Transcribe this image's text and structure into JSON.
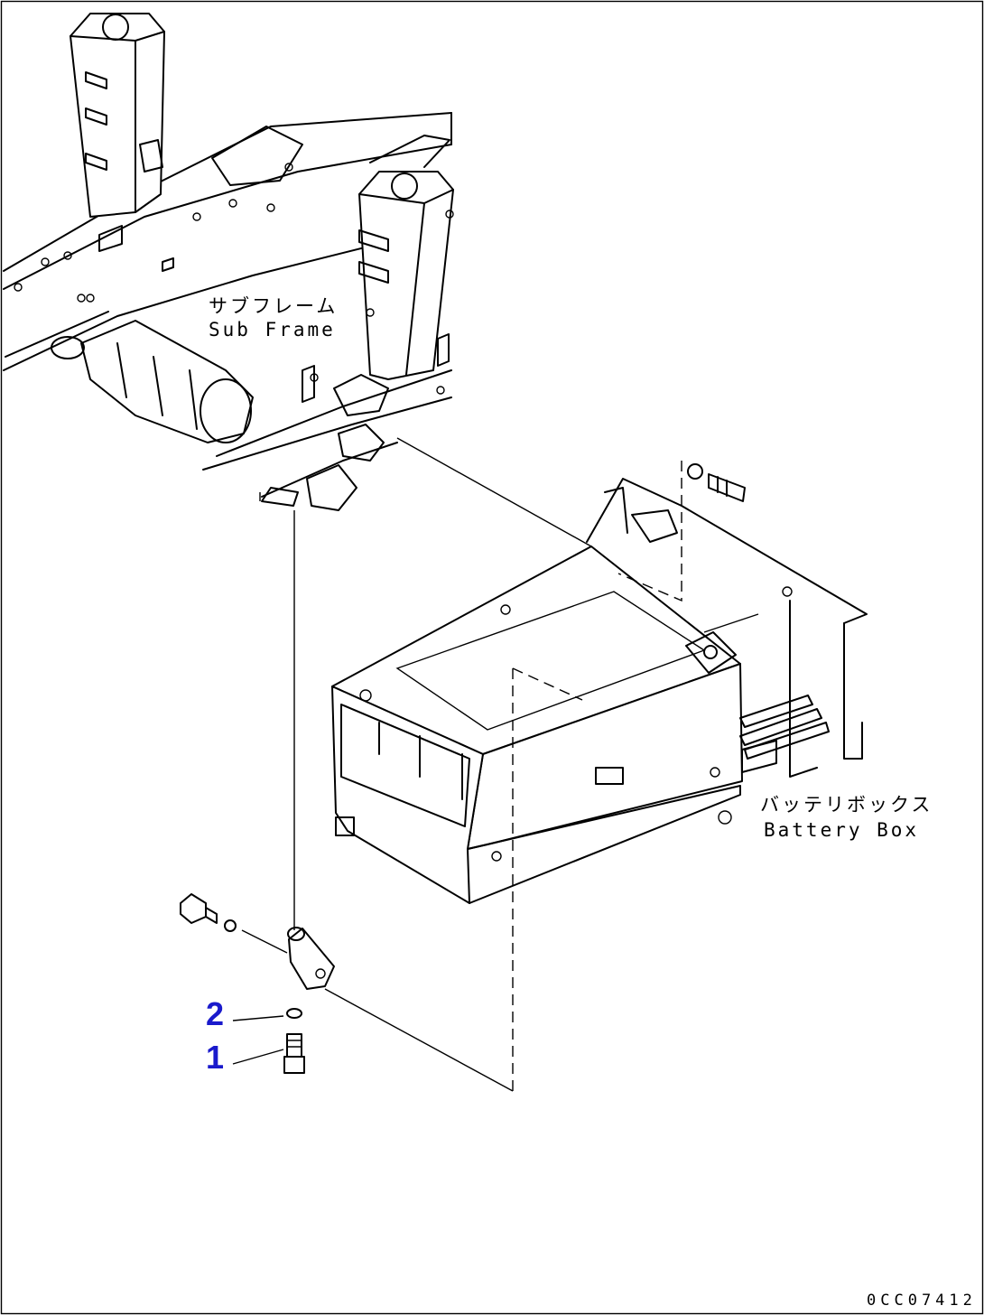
{
  "labels": {
    "sub_frame_jp": "サブフレーム",
    "sub_frame_en": "Sub Frame",
    "battery_box_jp": "バッテリボックス",
    "battery_box_en": "Battery Box"
  },
  "callouts": [
    {
      "number": "2",
      "part": "washer"
    },
    {
      "number": "1",
      "part": "bolt"
    }
  ],
  "drawing_code": "0CC07412",
  "colors": {
    "line": "#000000",
    "callout": "#1a1acc",
    "background": "#ffffff"
  }
}
